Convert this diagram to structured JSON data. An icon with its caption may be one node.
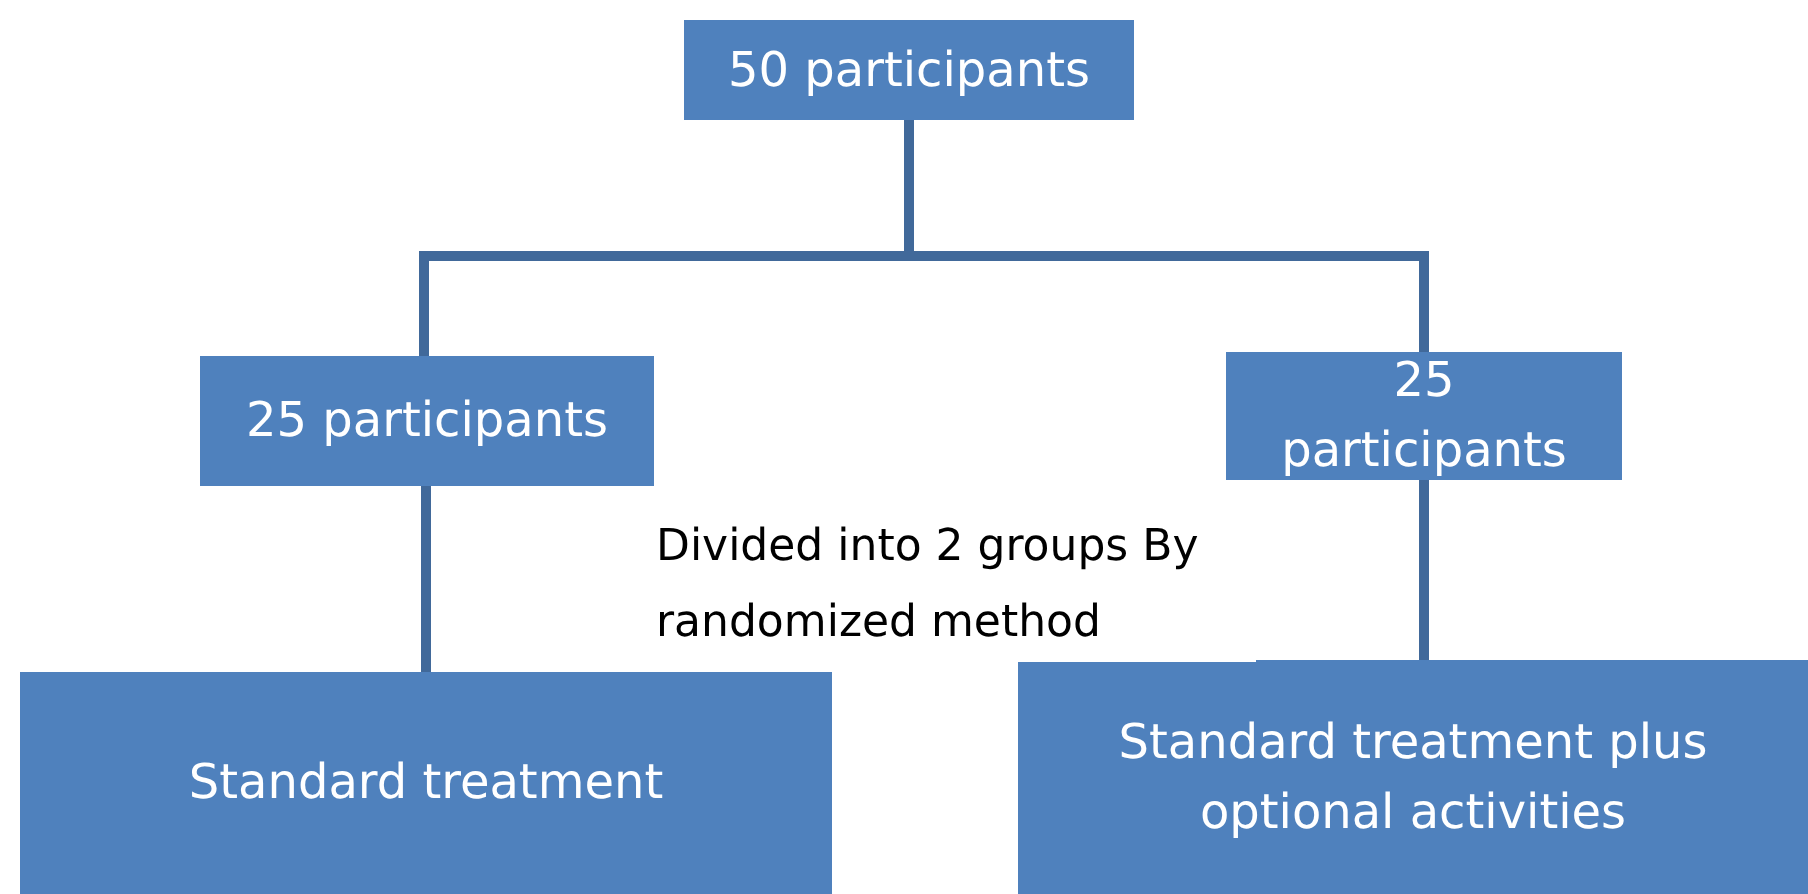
{
  "diagram": {
    "nodes": [
      {
        "text": [
          "50 participants"
        ]
      },
      {
        "text": [
          "25 participants"
        ]
      },
      {
        "text": [
          "25 participants"
        ]
      },
      {
        "text": [
          "Standard treatment"
        ]
      },
      {
        "text": [
          "Standard treatment plus optional activities"
        ]
      }
    ],
    "edges": [
      {
        "from": 0,
        "to": 1,
        "arrow": "none"
      },
      {
        "from": 0,
        "to": 2,
        "arrow": "none"
      },
      {
        "from": 1,
        "to": 3,
        "arrow": "none"
      },
      {
        "from": 2,
        "to": 4,
        "arrow": "none"
      }
    ],
    "labels": [
      "Divided into 2 groups By randomized method"
    ]
  }
}
